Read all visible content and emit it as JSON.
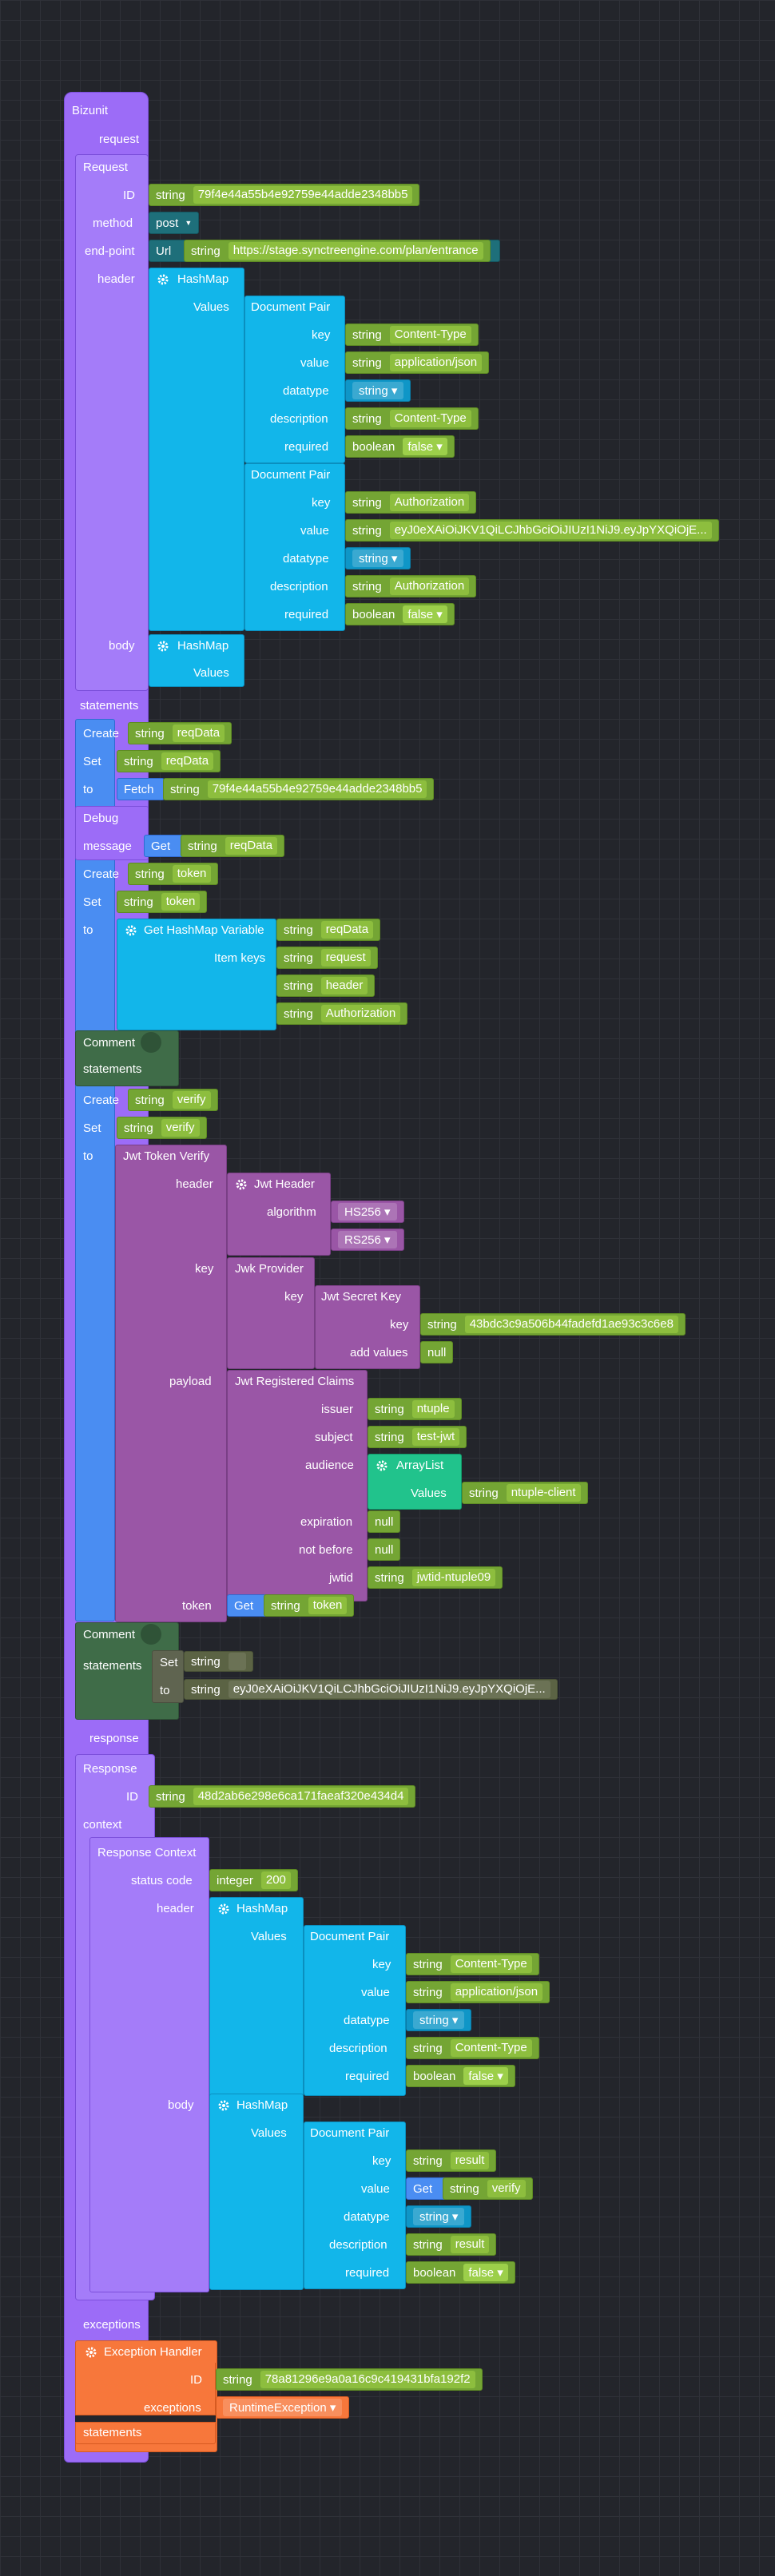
{
  "bizunit": {
    "title": "Bizunit",
    "request_label": "request",
    "request": {
      "title": "Request",
      "id_label": "ID",
      "id_type": "string",
      "id_value": "79f4e44a55b4e92759e44adde2348bb5",
      "method_label": "method",
      "method_value": "post",
      "endpoint_label": "end-point",
      "url_label": "Url",
      "url_type": "string",
      "url_value": "https://stage.synctreengine.com/plan/entrance",
      "header_label": "header",
      "header_block": "HashMap",
      "values_label": "Values",
      "doc_pairs": [
        {
          "title": "Document Pair",
          "key_label": "key",
          "key_type": "string",
          "key_value": "Content-Type",
          "value_label": "value",
          "value_type": "string",
          "value_value": "application/json",
          "datatype_label": "datatype",
          "datatype_value": "string",
          "description_label": "description",
          "description_type": "string",
          "description_value": "Content-Type",
          "required_label": "required",
          "required_type": "boolean",
          "required_value": "false"
        },
        {
          "title": "Document Pair",
          "key_label": "key",
          "key_type": "string",
          "key_value": "Authorization",
          "value_label": "value",
          "value_type": "string",
          "value_value": "eyJ0eXAiOiJKV1QiLCJhbGciOiJIUzI1NiJ9.eyJpYXQiOjE...",
          "datatype_label": "datatype",
          "datatype_value": "string",
          "description_label": "description",
          "description_type": "string",
          "description_value": "Authorization",
          "required_label": "required",
          "required_type": "boolean",
          "required_value": "false"
        }
      ],
      "body_label": "body",
      "body_block": "HashMap",
      "body_values_label": "Values"
    },
    "statements_label": "statements",
    "statements": {
      "create1": "Create",
      "create1_type": "string",
      "create1_value": "reqData",
      "set1": "Set",
      "set1_type": "string",
      "set1_value": "reqData",
      "to1": "to",
      "fetch": "Fetch",
      "fetch_type": "string",
      "fetch_value": "79f4e44a55b4e92759e44adde2348bb5",
      "debug": "Debug",
      "message": "message",
      "get1": "Get",
      "get1_type": "string",
      "get1_value": "reqData",
      "create2": "Create",
      "create2_type": "string",
      "create2_value": "token",
      "set2": "Set",
      "set2_type": "string",
      "set2_value": "token",
      "to2": "to",
      "get_hashmap": "Get HashMap Variable",
      "ghv_type": "string",
      "ghv_value": "reqData",
      "item_keys": "Item keys",
      "keys": [
        {
          "type": "string",
          "value": "request"
        },
        {
          "type": "string",
          "value": "header"
        },
        {
          "type": "string",
          "value": "Authorization"
        }
      ],
      "comment1": "Comment",
      "comment1_statements": "statements",
      "create3": "Create",
      "create3_type": "string",
      "create3_value": "verify",
      "set3": "Set",
      "set3_type": "string",
      "set3_value": "verify",
      "to3": "to",
      "jwt_verify": "Jwt Token Verify",
      "jwt_header_label": "header",
      "jwt_header": "Jwt Header",
      "algorithm_label": "algorithm",
      "alg1": "HS256",
      "alg2": "RS256",
      "key_label": "key",
      "jwk_provider": "Jwk Provider",
      "jwk_key_label": "key",
      "jwk_secret_key": "Jwt Secret Key",
      "secret_key_label": "key",
      "secret_type": "string",
      "secret_value": "43bdc3c9a506b44fadefd1ae93c3c6e8",
      "add_values_label": "add values",
      "add_values": "null",
      "payload_label": "payload",
      "registered_claims": "Jwt Registered Claims",
      "issuer_label": "issuer",
      "issuer_type": "string",
      "issuer_value": "ntuple",
      "subject_label": "subject",
      "subject_type": "string",
      "subject_value": "test-jwt",
      "audience_label": "audience",
      "arraylist": "ArrayList",
      "arr_values_label": "Values",
      "arr_type": "string",
      "arr_value": "ntuple-client",
      "expiration_label": "expiration",
      "expiration_value": "null",
      "notbefore_label": "not before",
      "notbefore_value": "null",
      "jwtid_label": "jwtid",
      "jwtid_type": "string",
      "jwtid_value": "jwtid-ntuple09",
      "token_label": "token",
      "get2": "Get",
      "get2_type": "string",
      "get2_value": "token",
      "comment2": "Comment",
      "comment2_statements": "statements",
      "c_set": "Set",
      "c_set_type": "string",
      "c_to": "to",
      "c_to_type": "string",
      "c_to_value": "eyJ0eXAiOiJKV1QiLCJhbGciOiJIUzI1NiJ9.eyJpYXQiOjE..."
    },
    "response_label": "response",
    "response": {
      "title": "Response",
      "id_label": "ID",
      "id_type": "string",
      "id_value": "48d2ab6e298e6ca171faeaf320e434d4",
      "context_label": "context",
      "context_title": "Response Context",
      "status_label": "status code",
      "status_type": "integer",
      "status_value": "200",
      "header_label": "header",
      "header_block": "HashMap",
      "values_label": "Values",
      "doc_pair": {
        "title": "Document Pair",
        "key_label": "key",
        "key_type": "string",
        "key_value": "Content-Type",
        "value_label": "value",
        "value_type": "string",
        "value_value": "application/json",
        "datatype_label": "datatype",
        "datatype_value": "string",
        "description_label": "description",
        "description_type": "string",
        "description_value": "Content-Type",
        "required_label": "required",
        "required_type": "boolean",
        "required_value": "false"
      },
      "body_label": "body",
      "body_block": "HashMap",
      "body_values_label": "Values",
      "body_pair": {
        "title": "Document Pair",
        "key_label": "key",
        "key_type": "string",
        "key_value": "result",
        "value_label": "value",
        "get": "Get",
        "value_type": "string",
        "value_value": "verify",
        "datatype_label": "datatype",
        "datatype_value": "string",
        "description_label": "description",
        "description_type": "string",
        "description_value": "result",
        "required_label": "required",
        "required_type": "boolean",
        "required_value": "false"
      }
    },
    "exceptions_label": "exceptions",
    "exception": {
      "title": "Exception Handler",
      "id_label": "ID",
      "id_type": "string",
      "id_value": "78a81296e9a0a16c9c419431bfa192f2",
      "exceptions_label": "exceptions",
      "exceptions_value": "RuntimeException",
      "statements_label": "statements"
    }
  },
  "colors": {
    "background": "#23252b",
    "bizunit": "#9c6cf7",
    "hashmap": "#12b6ea",
    "variables": "#4a8df2",
    "jwt": "#9a56a6",
    "comment": "#3f6c48",
    "exception": "#f7773b",
    "literal": "#74a534"
  },
  "icons": {
    "gear": "gear-icon",
    "dropdown": "dropdown-arrow-icon"
  }
}
